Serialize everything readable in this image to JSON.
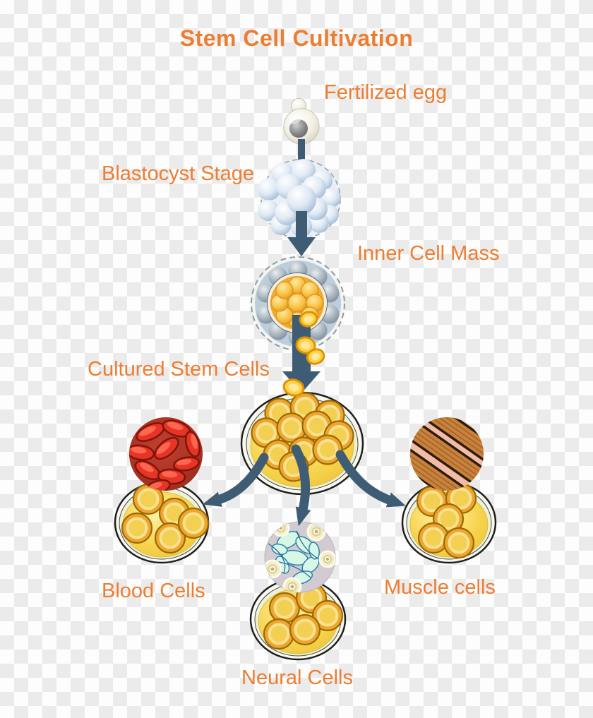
{
  "title": {
    "text": "Stem Cell Cultivation"
  },
  "labels": {
    "fertilized_egg": "Fertilized egg",
    "blastocyst_stage": "Blastocyst Stage",
    "inner_cell_mass": "Inner Cell Mass",
    "cultured_stem_cells": "Cultured Stem Cells",
    "blood_cells": "Blood Cells",
    "muscle_cells": "Muscle cells",
    "neural_cells": "Neural Cells"
  },
  "flow": [
    "Fertilized egg",
    "Blastocyst Stage",
    "Inner Cell Mass",
    "Cultured Stem Cells",
    [
      "Blood Cells",
      "Neural Cells",
      "Muscle cells"
    ]
  ],
  "colors": {
    "accent_text": "#ED7D31",
    "arrow": "#3E5D75",
    "checker_light": "#FDFDFD",
    "checker_dark": "#EBEBEB",
    "stem_cell_yellow": "#F0A62E",
    "dish_medium_yellow": "#F6D145",
    "blood_red": "#E73426",
    "muscle_pink": "#F2BDA6",
    "muscle_fiber_brown": "#C8823F",
    "neural_mint": "#D8F8E6",
    "blastocyst_blue": "#C3D4E6"
  }
}
